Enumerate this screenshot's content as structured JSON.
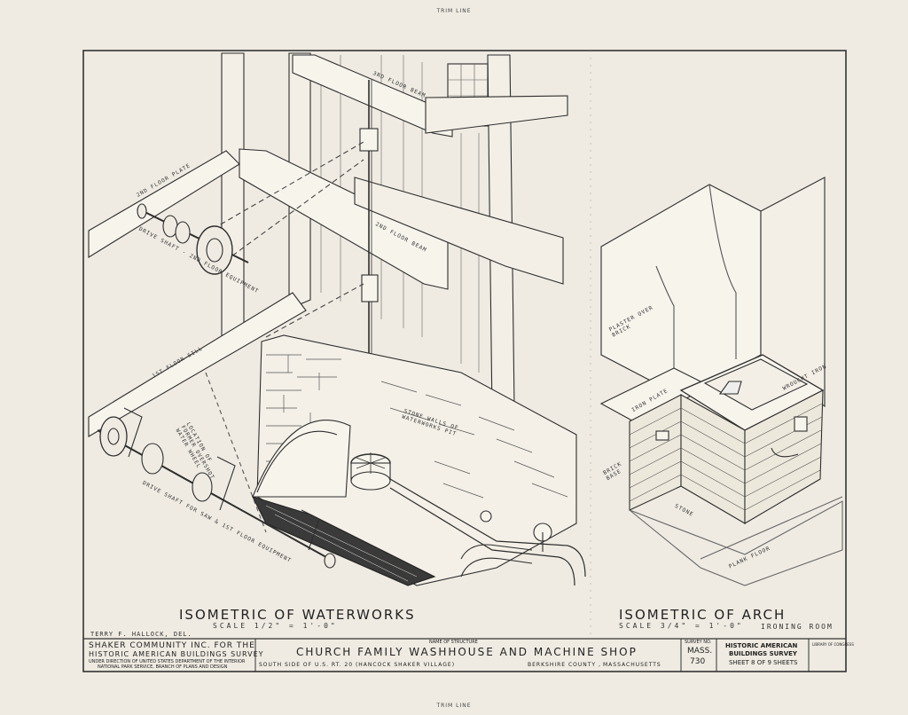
{
  "trim_line": "TRIM LINE",
  "drawing_left": {
    "title": "ISOMETRIC OF WATERWORKS",
    "scale": "SCALE 1/2\" = 1'-0\"",
    "drafter": "TERRY F. HALLOCK, DEL.",
    "labels": {
      "third_floor_beam": "3RD FLOOR BEAM",
      "second_floor_beam": "2ND FLOOR BEAM",
      "second_floor_plate": "2ND FLOOR PLATE",
      "drive_shaft_2nd": "DRIVE SHAFT - 2ND FLOOR EQUIPMENT",
      "first_floor_sill": "1ST FLOOR SILL",
      "former_wheel": "LOCATION OF FORMER OVERSHOT WATER WHEEL",
      "stone_walls": "STONE WALLS OF WATERWORKS PIT",
      "drive_shaft_saw": "DRIVE SHAFT FOR SAW & 1ST FLOOR EQUIPMENT"
    }
  },
  "drawing_right": {
    "title": "ISOMETRIC OF ARCH",
    "scale": "SCALE 3/4\" = 1'-0\"",
    "room": "IRONING ROOM",
    "labels": {
      "plaster": "PLASTER OVER BRICK",
      "iron_plate": "IRON PLATE",
      "wrought_iron": "WROUGHT IRON",
      "brick_base": "BRICK BASE",
      "stone": "STONE",
      "plank_floor": "PLANK FLOOR"
    }
  },
  "title_block": {
    "org_line1": "SHAKER COMMUNITY INC. FOR THE",
    "org_line2": "HISTORIC AMERICAN BUILDINGS SURVEY",
    "org_line3": "UNDER DIRECTION OF UNITED STATES DEPARTMENT OF THE INTERIOR",
    "org_line4": "NATIONAL PARK SERVICE, BRANCH OF PLANS AND DESIGN",
    "structure_caption": "NAME OF STRUCTURE",
    "structure_name": "CHURCH FAMILY WASHHOUSE AND MACHINE SHOP",
    "location": "SOUTH SIDE OF U.S. RT. 20 (HANCOCK SHAKER VILLAGE)",
    "county": "BERKSHIRE COUNTY ,",
    "state": "MASSACHUSETTS",
    "survey_caption": "SURVEY NO.",
    "survey_state": "MASS.",
    "survey_no": "730",
    "habs_line1": "HISTORIC AMERICAN",
    "habs_line2": "BUILDINGS SURVEY",
    "sheet_text": "SHEET 8 OF 9 SHEETS",
    "loc_note": "LIBRARY OF CONGRESS"
  }
}
